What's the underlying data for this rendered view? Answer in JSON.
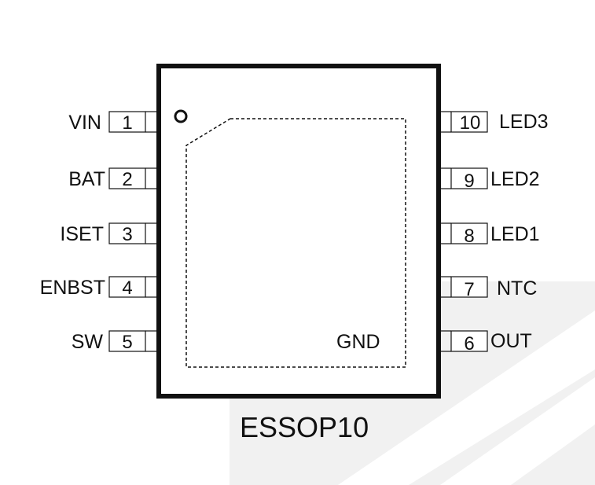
{
  "package": {
    "name": "ESSOP10",
    "pad_label": "GND"
  },
  "pins_left": [
    {
      "num": "1",
      "label": "VIN"
    },
    {
      "num": "2",
      "label": "BAT"
    },
    {
      "num": "3",
      "label": "ISET"
    },
    {
      "num": "4",
      "label": "ENBST"
    },
    {
      "num": "5",
      "label": "SW"
    }
  ],
  "pins_right": [
    {
      "num": "10",
      "label": "LED3"
    },
    {
      "num": "9",
      "label": "LED2"
    },
    {
      "num": "8",
      "label": "LED1"
    },
    {
      "num": "7",
      "label": "NTC"
    },
    {
      "num": "6",
      "label": "OUT"
    }
  ],
  "colors": {
    "line": "#111111",
    "watermark": "#eeeeee"
  }
}
